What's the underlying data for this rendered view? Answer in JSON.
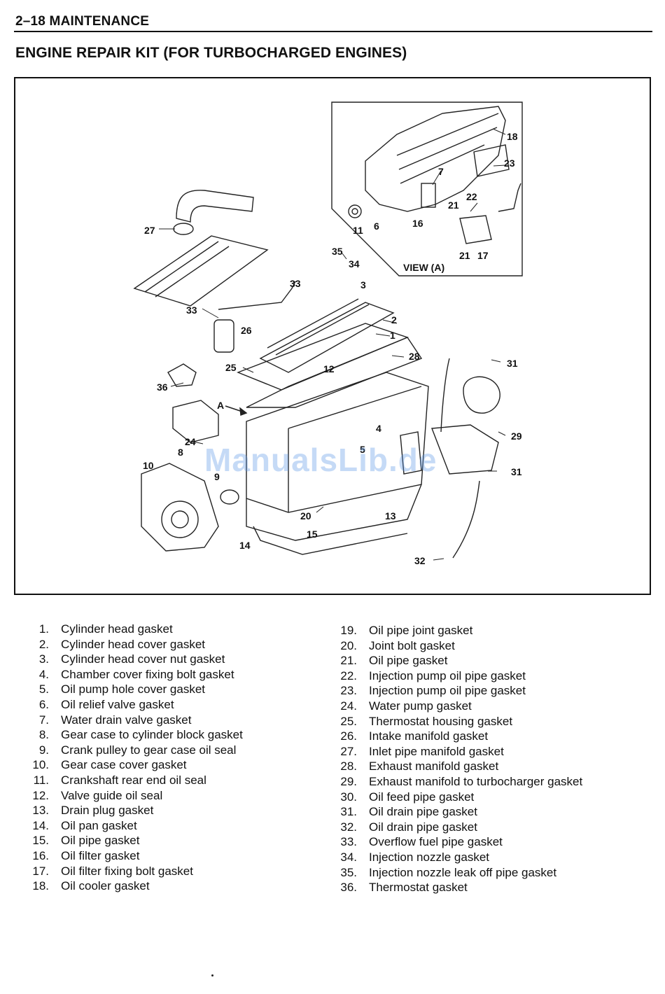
{
  "header": {
    "text": "2–18 MAINTENANCE"
  },
  "title": "ENGINE REPAIR KIT (FOR TURBOCHARGED ENGINES)",
  "figure": {
    "view_label": "VIEW (A)",
    "arrow_label": "A",
    "watermark": "ManualsLib.de",
    "callouts": [
      "1",
      "2",
      "3",
      "4",
      "5",
      "6",
      "7",
      "8",
      "9",
      "10",
      "11",
      "12",
      "13",
      "14",
      "15",
      "16",
      "17",
      "18",
      "20",
      "21",
      "22",
      "23",
      "24",
      "25",
      "26",
      "27",
      "28",
      "29",
      "31",
      "32",
      "33",
      "34",
      "35",
      "36"
    ]
  },
  "parts_left": [
    {
      "num": "1.",
      "label": "Cylinder head gasket"
    },
    {
      "num": "2.",
      "label": "Cylinder head cover gasket"
    },
    {
      "num": "3.",
      "label": "Cylinder head cover nut gasket"
    },
    {
      "num": "4.",
      "label": "Chamber cover fixing bolt gasket"
    },
    {
      "num": "5.",
      "label": "Oil pump hole cover gasket"
    },
    {
      "num": "6.",
      "label": "Oil relief valve gasket"
    },
    {
      "num": "7.",
      "label": "Water drain valve gasket"
    },
    {
      "num": "8.",
      "label": "Gear case to cylinder block gasket"
    },
    {
      "num": "9.",
      "label": "Crank pulley to gear case oil seal"
    },
    {
      "num": "10.",
      "label": "Gear case cover gasket"
    },
    {
      "num": "11.",
      "label": "Crankshaft rear end oil seal"
    },
    {
      "num": "12.",
      "label": "Valve guide oil seal"
    },
    {
      "num": "13.",
      "label": "Drain plug gasket"
    },
    {
      "num": "14.",
      "label": "Oil pan gasket"
    },
    {
      "num": "15.",
      "label": "Oil pipe gasket"
    },
    {
      "num": "16.",
      "label": "Oil filter gasket"
    },
    {
      "num": "17.",
      "label": "Oil filter fixing bolt gasket"
    },
    {
      "num": "18.",
      "label": "Oil cooler gasket"
    }
  ],
  "parts_right": [
    {
      "num": "19.",
      "label": "Oil pipe joint gasket"
    },
    {
      "num": "20.",
      "label": "Joint bolt gasket"
    },
    {
      "num": "21.",
      "label": "Oil pipe gasket"
    },
    {
      "num": "22.",
      "label": "Injection pump oil pipe gasket"
    },
    {
      "num": "23.",
      "label": "Injection pump oil pipe gasket"
    },
    {
      "num": "24.",
      "label": "Water pump gasket"
    },
    {
      "num": "25.",
      "label": "Thermostat housing gasket"
    },
    {
      "num": "26.",
      "label": "Intake manifold gasket"
    },
    {
      "num": "27.",
      "label": "Inlet pipe manifold gasket"
    },
    {
      "num": "28.",
      "label": "Exhaust manifold gasket"
    },
    {
      "num": "29.",
      "label": "Exhaust manifold to turbocharger gasket"
    },
    {
      "num": "30.",
      "label": "Oil feed pipe gasket"
    },
    {
      "num": "31.",
      "label": "Oil drain pipe gasket"
    },
    {
      "num": "32.",
      "label": "Oil drain pipe gasket"
    },
    {
      "num": "33.",
      "label": "Overflow fuel pipe gasket"
    },
    {
      "num": "34.",
      "label": "Injection nozzle gasket"
    },
    {
      "num": "35.",
      "label": "Injection nozzle leak off pipe gasket"
    },
    {
      "num": "36.",
      "label": "Thermostat gasket"
    }
  ]
}
